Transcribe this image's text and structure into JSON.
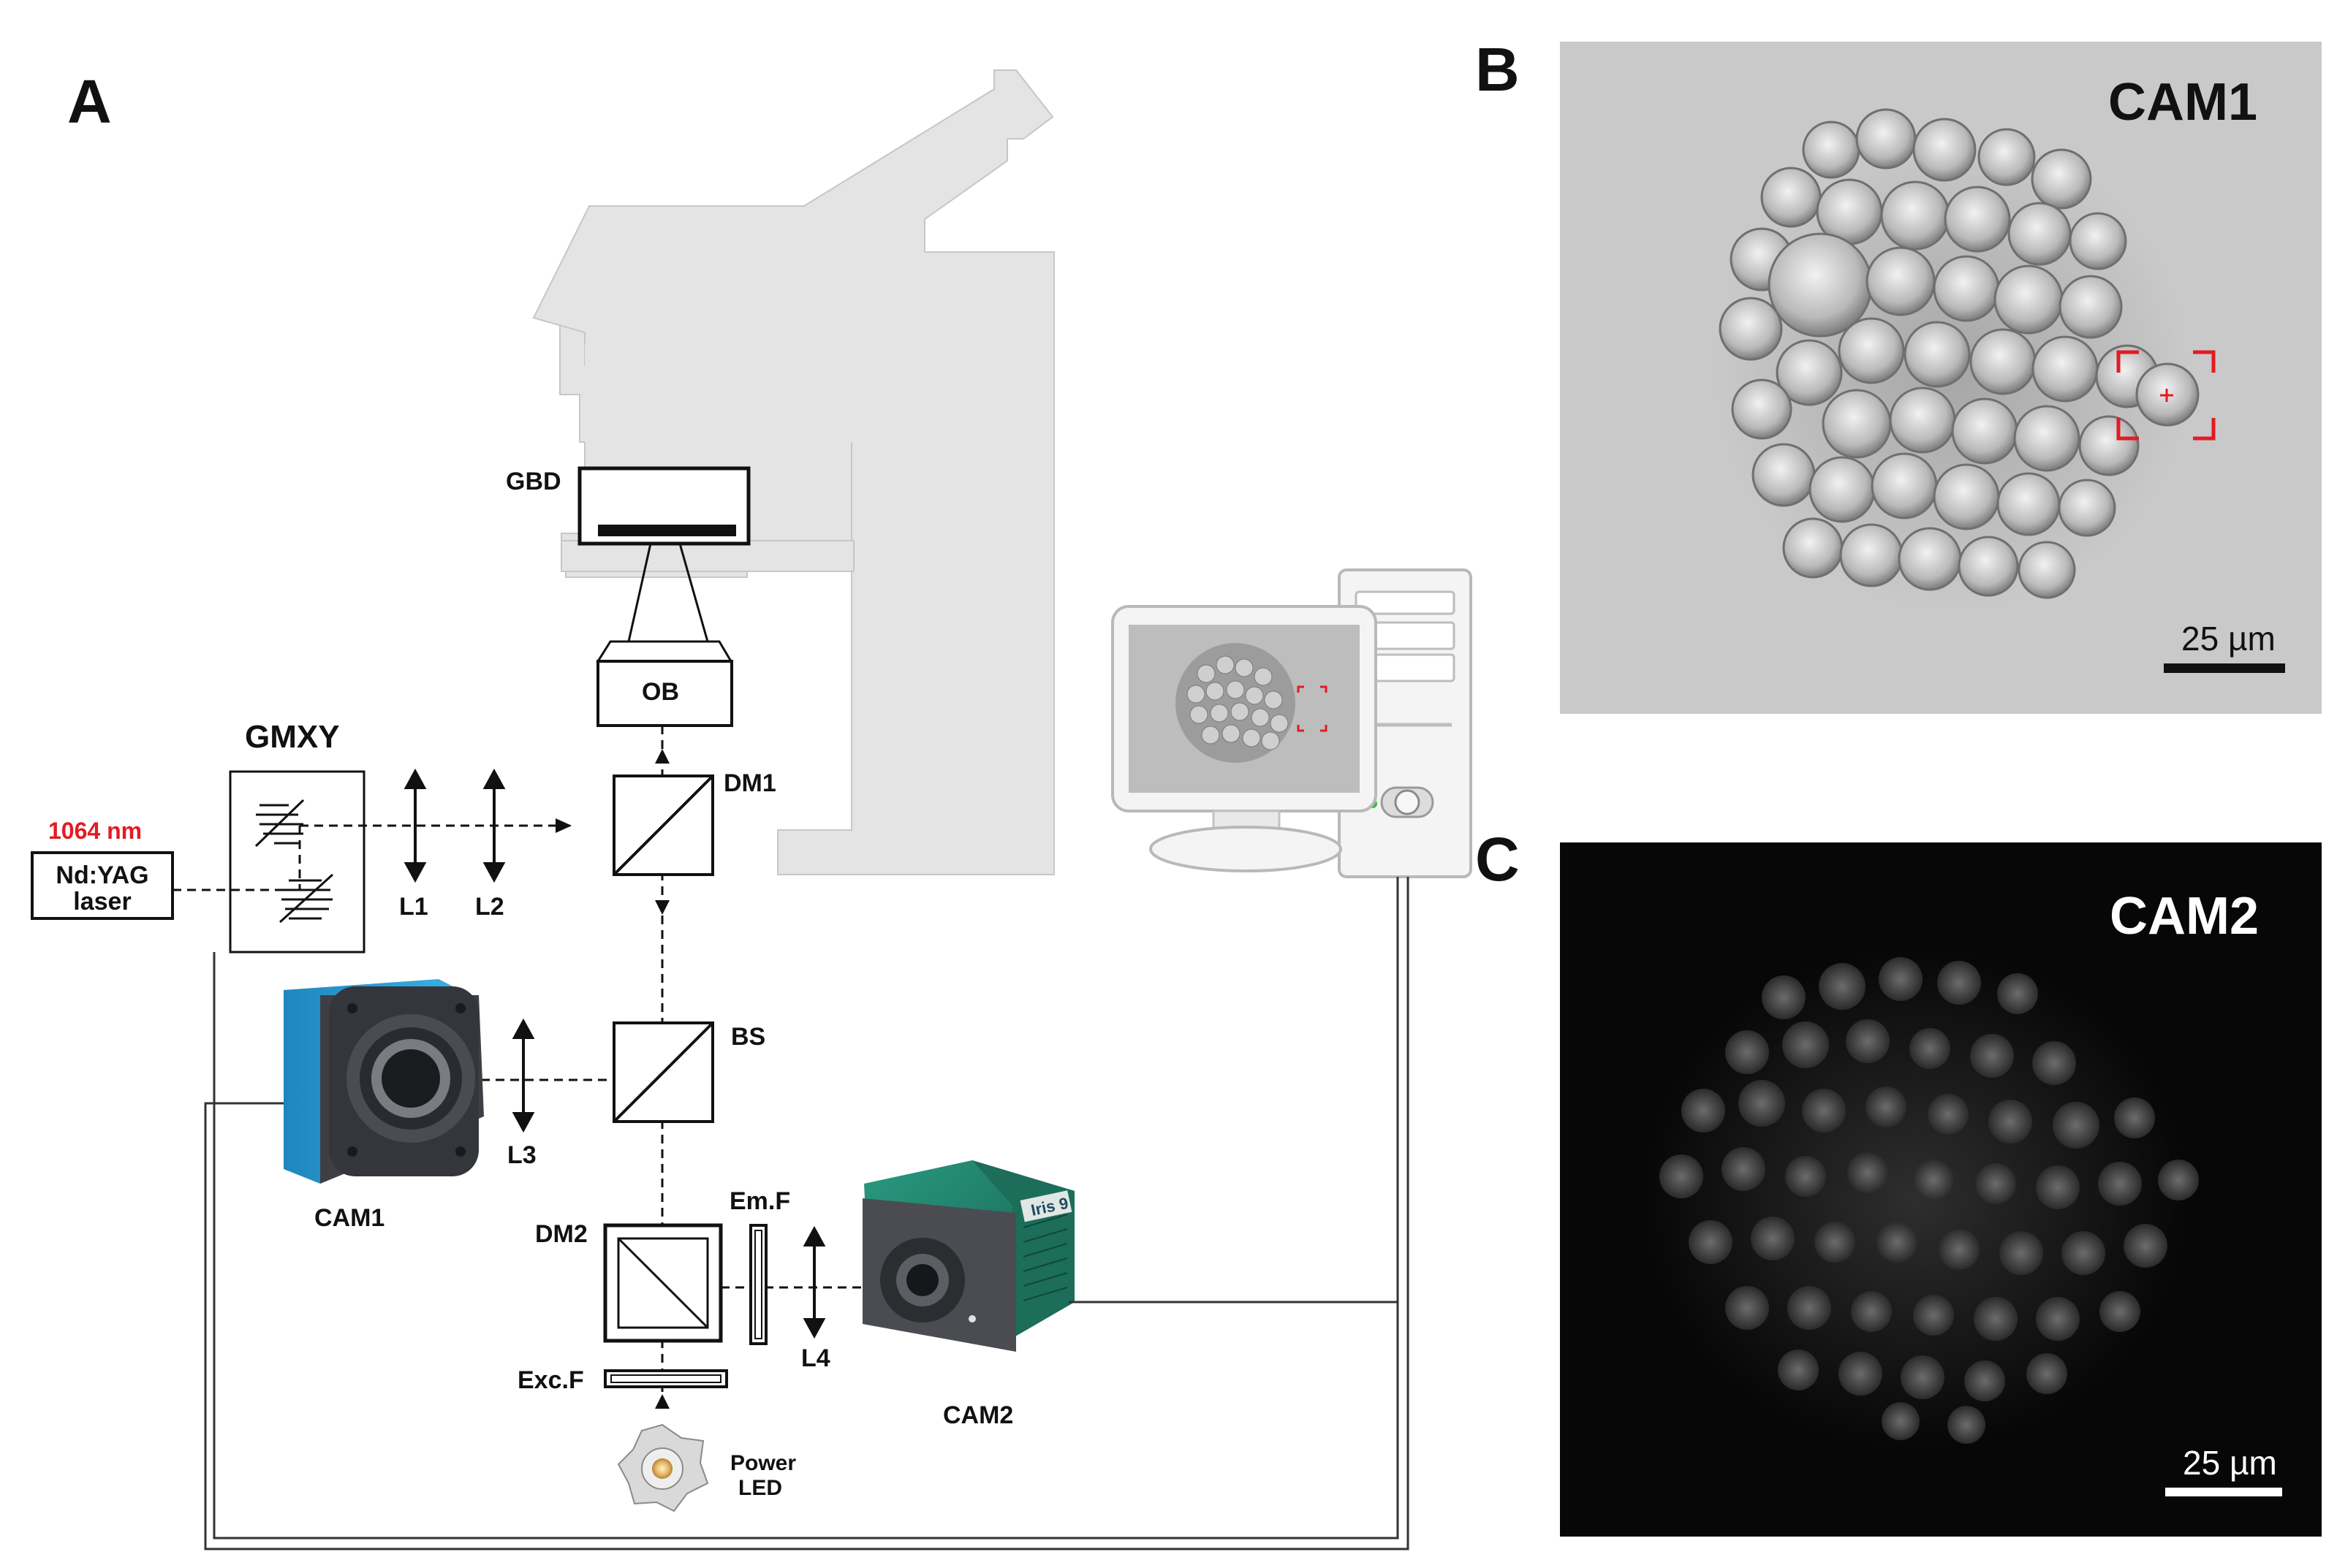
{
  "colors": {
    "background": "#ffffff",
    "microscope_body": "#e4e4e4",
    "laser_wavelength": "#e31b23",
    "roi_marker": "#e31b23",
    "cam1_blue": "#2aa3de",
    "cam2_green": "#1f7f6a",
    "cam1_image_bg": "#c9c9c9",
    "cam2_image_bg": "#070707"
  },
  "panels": {
    "a": {
      "letter": "A"
    },
    "b": {
      "letter": "B",
      "title": "CAM1",
      "scale_bar": "25 µm"
    },
    "c": {
      "letter": "C",
      "title": "CAM2",
      "scale_bar": "25 µm"
    }
  },
  "setup": {
    "laser_wavelength": "1064 nm",
    "laser_name_line1": "Nd:YAG",
    "laser_name_line2": "laser",
    "galvo_mirrors": "GMXY",
    "lens1": "L1",
    "lens2": "L2",
    "lens3": "L3",
    "lens4": "L4",
    "dichroic1": "DM1",
    "dichroic2": "DM2",
    "beam_splitter": "BS",
    "objective": "OB",
    "sample_dish": "GBD",
    "camera1": "CAM1",
    "camera2": "CAM2",
    "camera2_brand": "Iris 9",
    "emission_filter": "Em.F",
    "excitation_filter": "Exc.F",
    "led_line1": "Power",
    "led_line2": "LED"
  },
  "icons": [
    "microscope-silhouette",
    "computer-icon",
    "monitor-icon",
    "cam1-camera-icon",
    "cam2-camera-icon",
    "power-led-icon",
    "microscope-image"
  ]
}
